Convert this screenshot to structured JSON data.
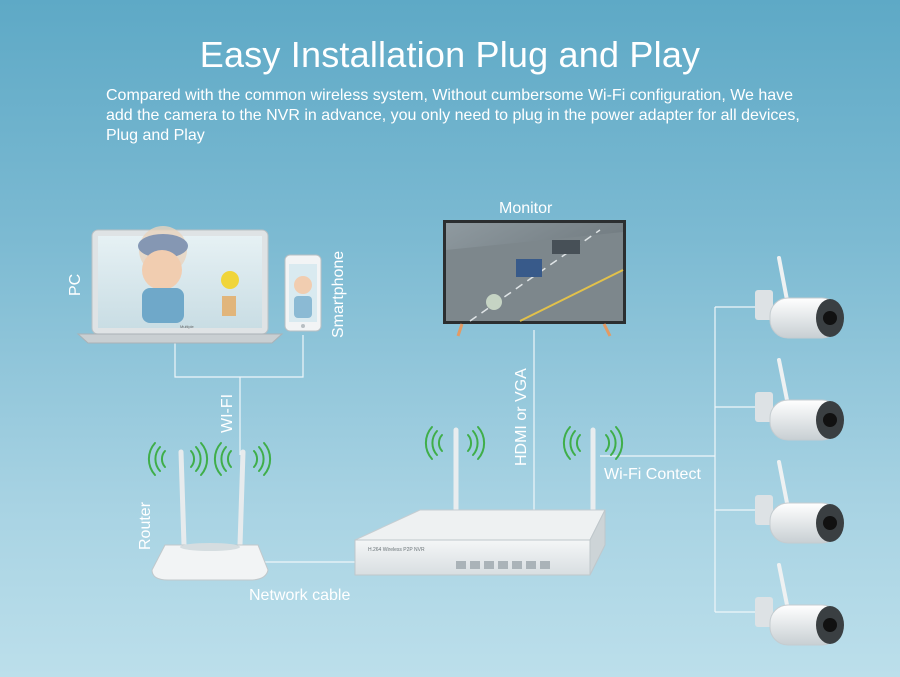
{
  "header": {
    "title": "Easy Installation Plug and Play",
    "description": "Compared with the common wireless system, Without cumbersome Wi-Fi configuration, We have add the camera to the NVR in advance, you only need to plug in the power adapter for all devices, Plug and Play"
  },
  "labels": {
    "pc": "PC",
    "smartphone": "Smartphone",
    "monitor": "Monitor",
    "wifi": "WI-FI",
    "hdmi_vga": "HDMI or VGA",
    "wifi_contect": "Wi-Fi Contect",
    "router": "Router",
    "network_cable": "Network cable"
  },
  "device_text": {
    "nvr_model": "H.264 Wireless P2P NVR",
    "laptop_brand": "Multiple"
  },
  "icons": [
    "laptop-icon",
    "smartphone-icon",
    "monitor-icon",
    "router-icon",
    "nvr-icon",
    "camera-icon",
    "wifi-signal-icon"
  ],
  "colors": {
    "background_top": "#5ea9c6",
    "background_bottom": "#bcdfeb",
    "text": "#ffffff",
    "wifi_signal": "#3fae49"
  }
}
